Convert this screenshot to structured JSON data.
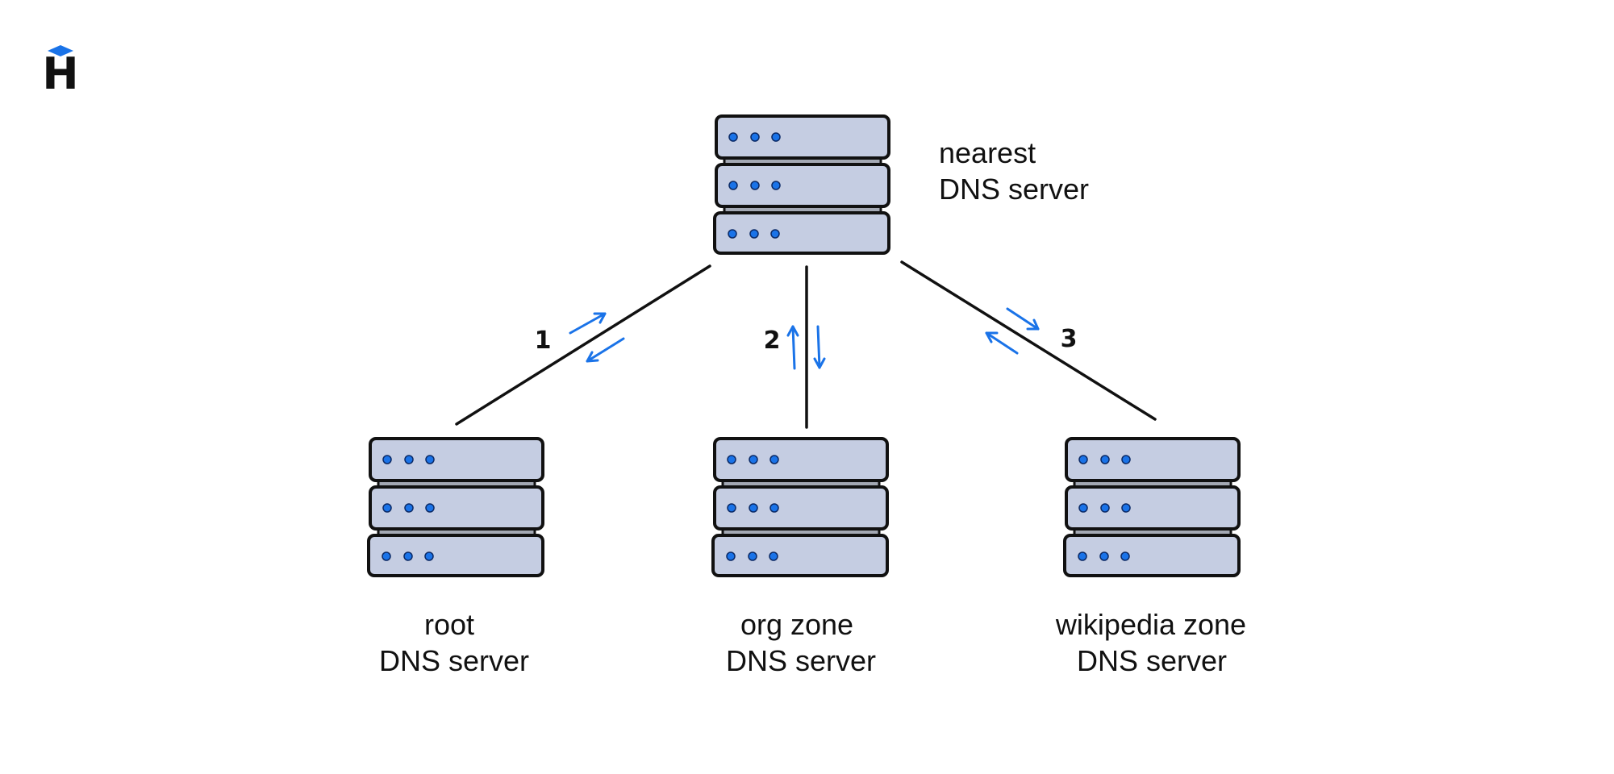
{
  "colors": {
    "accent": "#1a73e8",
    "server_fill": "#c5cde2",
    "server_gap": "#a3a8b3",
    "outline": "#111111",
    "led": "#1a73e8"
  },
  "logo": {
    "icon": "hexlet-logo-icon",
    "letter": "H"
  },
  "servers": {
    "nearest": {
      "line1": "nearest",
      "line2": "DNS server"
    },
    "root": {
      "line1": "root",
      "line2": "DNS server"
    },
    "org": {
      "line1": "org zone",
      "line2": "DNS server"
    },
    "wikipedia": {
      "line1": "wikipedia zone",
      "line2": "DNS server"
    }
  },
  "steps": {
    "s1": "1",
    "s2": "2",
    "s3": "3"
  }
}
